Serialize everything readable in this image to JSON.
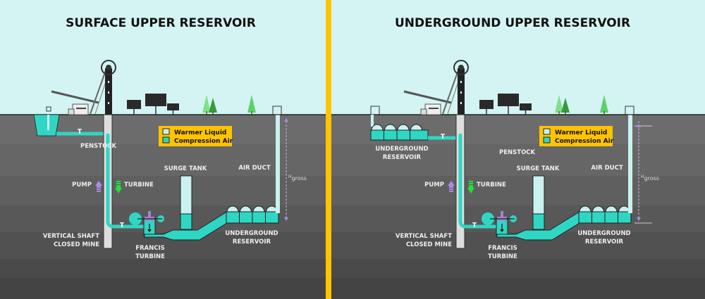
{
  "panels": [
    {
      "title": "SURFACE UPPER RESERVOIR",
      "labels": {
        "penstock": "PENSTOCK",
        "pump": "PUMP",
        "turbine": "TURBINE",
        "shaft_line1": "VERTICAL SHAFT",
        "shaft_line2": "CLOSED MINE",
        "francis_line1": "FRANCIS",
        "francis_line2": "TURBINE",
        "surge_tank": "SURGE TANK",
        "air_duct": "AIR DUCT",
        "lower_res_line1": "UNDERGROUND",
        "lower_res_line2": "RESERVOIR",
        "hgross_h": "H",
        "hgross_sub": "gross"
      },
      "legend": {
        "warmer": "Warmer Liquid",
        "air": "Compression Air"
      }
    },
    {
      "title": "UNDERGROUND UPPER RESERVOIR",
      "labels": {
        "upper_res_line1": "UNDERGROUND",
        "upper_res_line2": "RESERVOIR",
        "penstock": "PENSTOCK",
        "pump": "PUMP",
        "turbine": "TURBINE",
        "shaft_line1": "VERTICAL SHAFT",
        "shaft_line2": "CLOSED MINE",
        "francis_line1": "FRANCIS",
        "francis_line2": "TURBINE",
        "surge_tank": "SURGE TANK",
        "air_duct": "AIR DUCT",
        "lower_res_line1": "UNDERGROUND",
        "lower_res_line2": "RESERVOIR",
        "hgross_h": "H",
        "hgross_sub": "gross"
      },
      "legend": {
        "warmer": "Warmer Liquid",
        "air": "Compression Air"
      }
    }
  ],
  "colors": {
    "sky": "#d3f4f3",
    "water": "#2fd6c3",
    "warm": "#c9f1ef",
    "legend_bg": "#ffc400",
    "divider": "#ffc400",
    "pump_arrow": "#a98be0",
    "turbine_arrow": "#22e03a"
  }
}
